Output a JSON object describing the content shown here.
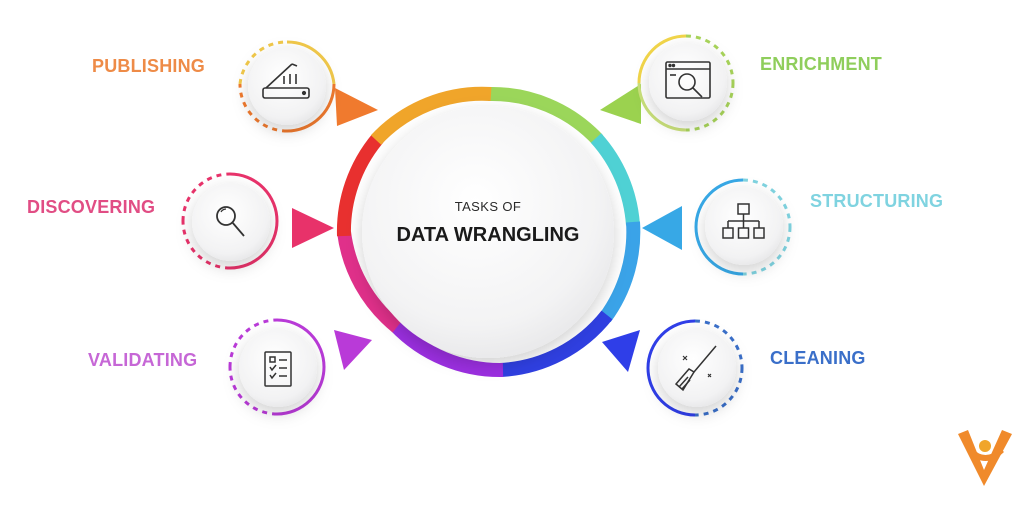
{
  "center": {
    "subtitle": "TASKS OF",
    "title": "DATA WRANGLING"
  },
  "tasks": [
    {
      "label": "PUBLISHING",
      "color": "#ee8b47",
      "icon": "scanner-icon"
    },
    {
      "label": "DISCOVERING",
      "color": "#e14d84",
      "icon": "magnifier-icon"
    },
    {
      "label": "VALIDATING",
      "color": "#c667d6",
      "icon": "checklist-icon"
    },
    {
      "label": "ENRICHMENT",
      "color": "#8fce5c",
      "icon": "browser-search-icon"
    },
    {
      "label": "STRUCTURING",
      "color": "#7fd3e0",
      "icon": "hierarchy-icon"
    },
    {
      "label": "CLEANING",
      "color": "#3a6fc9",
      "icon": "broom-icon"
    }
  ],
  "logo": {
    "icon": "person-v-logo-icon",
    "color": "#f08a2b"
  }
}
